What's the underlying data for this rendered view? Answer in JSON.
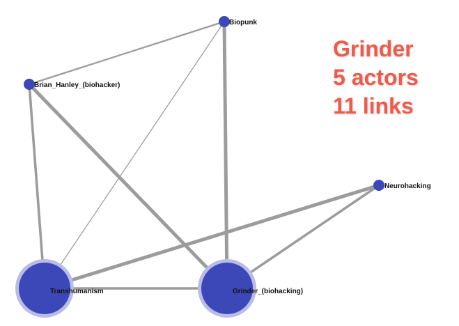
{
  "graph": {
    "title": "Grinder",
    "actors_text": "5 actors",
    "links_text": "11 links",
    "colors": {
      "node": "#3c47b8",
      "halo": "#b8bce6",
      "edge": "#9c9c9c",
      "stats_text": "#f05a4a"
    },
    "nodes": [
      {
        "id": "biopunk",
        "label": "Biopunk",
        "size": "small"
      },
      {
        "id": "hanley",
        "label": "Brian_Hanley_(biohacker)",
        "size": "small"
      },
      {
        "id": "neuro",
        "label": "Neurohacking",
        "size": "small"
      },
      {
        "id": "trans",
        "label": "Transhumanism",
        "size": "large"
      },
      {
        "id": "grinder",
        "label": "Grinder_(biohacking)",
        "size": "large"
      }
    ],
    "edges": [
      {
        "source": "biopunk",
        "target": "hanley",
        "weight": 2
      },
      {
        "source": "biopunk",
        "target": "trans",
        "weight": 1
      },
      {
        "source": "biopunk",
        "target": "grinder",
        "weight": 4
      },
      {
        "source": "hanley",
        "target": "trans",
        "weight": 3
      },
      {
        "source": "hanley",
        "target": "grinder",
        "weight": 4
      },
      {
        "source": "neuro",
        "target": "trans",
        "weight": 4
      },
      {
        "source": "neuro",
        "target": "grinder",
        "weight": 3
      },
      {
        "source": "trans",
        "target": "grinder",
        "weight": 3
      }
    ]
  }
}
